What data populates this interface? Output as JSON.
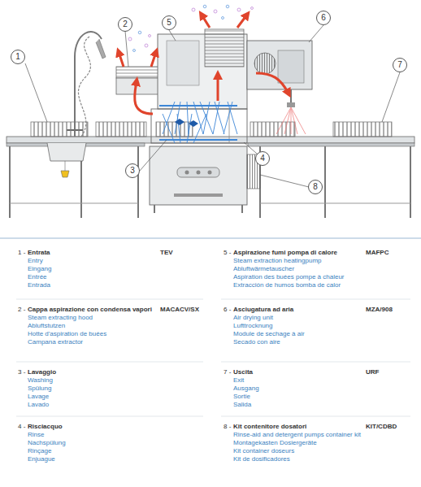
{
  "diagram": {
    "nodes": [
      {
        "text": [
          "1"
        ]
      },
      {
        "text": [
          "2"
        ]
      },
      {
        "text": [
          "3"
        ]
      },
      {
        "text": [
          "4"
        ]
      },
      {
        "text": [
          "5"
        ]
      },
      {
        "text": [
          "6"
        ]
      },
      {
        "text": [
          "7"
        ]
      },
      {
        "text": [
          "8"
        ]
      }
    ],
    "labels": [
      "1 -",
      "Entrata",
      "Entry",
      "Eingang",
      "Entrée",
      "Entrada",
      "TEV",
      "2 -",
      "Cappa aspirazione con condensa vapori",
      "Steam extracting hood",
      "Abluftstutzen",
      "Hotte d'aspiration de buées",
      "Campana extractor",
      "MACACV/SX",
      "3 -",
      "Lavaggio",
      "Washing",
      "Spülung",
      "Lavage",
      "Lavado",
      "4 -",
      "Risciacquo",
      "Rinse",
      "Nachspülung",
      "Rinçage",
      "Enjuague",
      "5 -",
      "Aspirazione fumi pompa di calore",
      "Steam extraction heatingpump",
      "Abluftwärmetauscher",
      "Aspiration des buées pompe à chaleur",
      "Extracción de humos bomba de calor",
      "MAFPC",
      "6 -",
      "Asciugatura ad aria",
      "Air drying unit",
      "Lufttrocknung",
      "Module de sechage à air",
      "Secado con aire",
      "MZA/908",
      "7 -",
      "Uscita",
      "Exit",
      "Ausgang",
      "Sortie",
      "Salida",
      "URF",
      "8 -",
      "Kit contenitore dosatori",
      "Rinse-aid and detergent pumps container kit",
      "Montagekasten Dosiergeräte",
      "Kit container doseurs",
      "Kit de dosificadores",
      "KIT/CDBD"
    ]
  }
}
